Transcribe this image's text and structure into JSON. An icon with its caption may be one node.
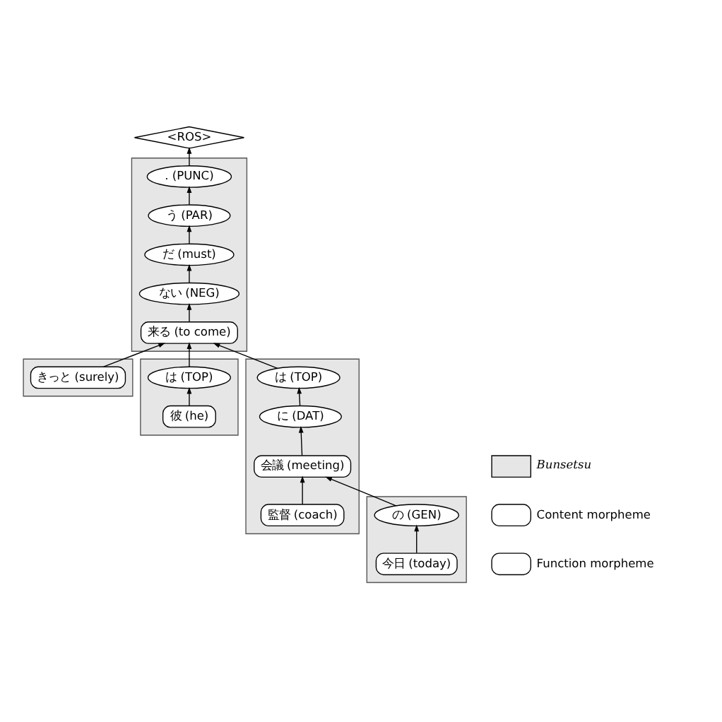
{
  "diagram": {
    "nodes": [
      {
        "text": [
          "<ROS>"
        ]
      },
      {
        "text": [],
        "shape": "box"
      },
      {
        "text": [
          ". (PUNC)"
        ],
        "in": 1
      },
      {
        "text": [
          "う (PAR)"
        ],
        "in": 1
      },
      {
        "text": [
          "だ (must)"
        ],
        "in": 1
      },
      {
        "text": [
          "ない (NEG)"
        ],
        "in": 1
      },
      {
        "text": [
          "来る (to come)"
        ],
        "in": 1
      },
      {
        "text": [],
        "shape": "box"
      },
      {
        "text": [
          "きっと (surely)"
        ],
        "in": 7
      },
      {
        "text": [],
        "shape": "box"
      },
      {
        "text": [
          "は (TOP)"
        ],
        "in": 9
      },
      {
        "text": [
          "彼 (he)"
        ],
        "in": 9
      },
      {
        "text": [],
        "shape": "box"
      },
      {
        "text": [
          "は (TOP)"
        ],
        "in": 12
      },
      {
        "text": [
          "に (DAT)"
        ],
        "in": 12
      },
      {
        "text": [
          "会議 (meeting)"
        ],
        "in": 12
      },
      {
        "text": [
          "監督 (coach)"
        ],
        "in": 12
      },
      {
        "text": [],
        "shape": "box"
      },
      {
        "text": [
          "の (GEN)"
        ],
        "in": 17
      },
      {
        "text": [
          "今日 (today)"
        ],
        "in": 17
      }
    ],
    "edges": [
      {
        "from": 2,
        "to": 0,
        "arrow": "to"
      },
      {
        "from": 3,
        "to": 2,
        "arrow": "to"
      },
      {
        "from": 4,
        "to": 3,
        "arrow": "to"
      },
      {
        "from": 5,
        "to": 4,
        "arrow": "to"
      },
      {
        "from": 6,
        "to": 5,
        "arrow": "to"
      },
      {
        "from": 8,
        "to": 6,
        "arrow": "to"
      },
      {
        "from": 10,
        "to": 6,
        "arrow": "to"
      },
      {
        "from": 13,
        "to": 6,
        "arrow": "to"
      },
      {
        "from": 11,
        "to": 10,
        "arrow": "to"
      },
      {
        "from": 14,
        "to": 13,
        "arrow": "to"
      },
      {
        "from": 15,
        "to": 14,
        "arrow": "to"
      },
      {
        "from": 16,
        "to": 15,
        "arrow": "to"
      },
      {
        "from": 18,
        "to": 15,
        "arrow": "to"
      },
      {
        "from": 19,
        "to": 18,
        "arrow": "to"
      }
    ],
    "legend": [
      {
        "text": "Bunsetsu",
        "color": "#e6e6e6"
      },
      {
        "text": "Content morpheme"
      },
      {
        "text": "Function morpheme"
      }
    ]
  }
}
